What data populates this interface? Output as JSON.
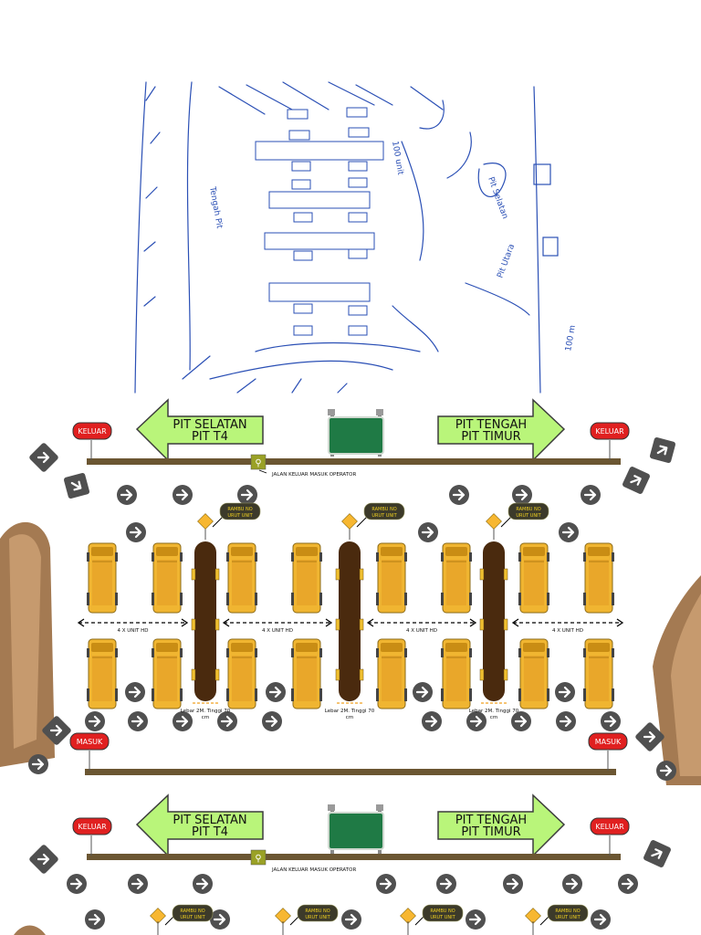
{
  "signs": {
    "keluar": "KELUAR",
    "masuk": "MASUK"
  },
  "arrows": {
    "left_line1": "PIT SELATAN",
    "left_line2": "PIT T4",
    "right_line1": "PIT TENGAH",
    "right_line2": "PIT TIMUR"
  },
  "operator_path": "JALAN KELUAR MASUK OPERATOR",
  "rambu": {
    "line1": "RAMBU NO",
    "line2": "URUT UNIT"
  },
  "spacing_label": "4 X UNIT HD",
  "separator_dims": {
    "line1": "Lebar 2M. Tinggi 70",
    "line2": "cm"
  },
  "sketch_notes": {
    "n1": "100 unit",
    "n2": "Pit Selatan",
    "n3": "Pit Utara",
    "n4": "100 m",
    "n5": "Tengah Pit"
  },
  "colors": {
    "arrow_fill": "#b9f57a",
    "arrow_stroke": "#3c3c3c",
    "road": "#6b5632",
    "separator": "#4a2a0e",
    "truck": "#f0b531",
    "sign_red": "#e02020",
    "board_green": "#1f7a45",
    "ink": "#2a4fb5"
  }
}
